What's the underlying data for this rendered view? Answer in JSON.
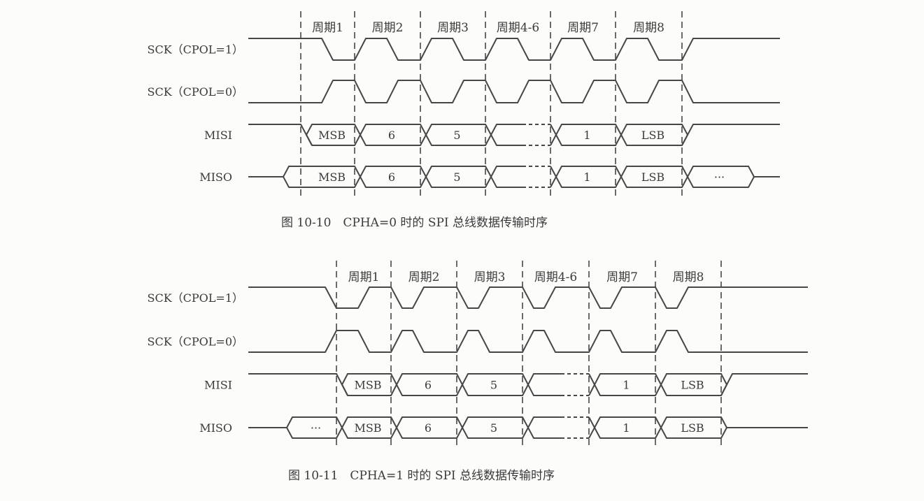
{
  "figures": [
    {
      "caption": "图 10-10　CPHA=0 时的 SPI 总线数据传输时序",
      "signals": [
        "SCK（CPOL=1）",
        "SCK（CPOL=0）",
        "MISI",
        "MISO"
      ],
      "periods": [
        "周期1",
        "周期2",
        "周期3",
        "周期4-6",
        "周期7",
        "周期8"
      ],
      "misi_bits": [
        "MSB",
        "6",
        "5",
        "",
        "1",
        "LSB"
      ],
      "miso_bits": [
        "MSB",
        "6",
        "5",
        "",
        "1",
        "LSB",
        "···"
      ]
    },
    {
      "caption": "图 10-11　CPHA=1 时的 SPI 总线数据传输时序",
      "signals": [
        "SCK（CPOL=1）",
        "SCK（CPOL=0）",
        "MISI",
        "MISO"
      ],
      "periods": [
        "周期1",
        "周期2",
        "周期3",
        "周期4-6",
        "周期7",
        "周期8"
      ],
      "misi_bits": [
        "MSB",
        "6",
        "5",
        "",
        "1",
        "LSB"
      ],
      "miso_bits": [
        "···",
        "MSB",
        "6",
        "5",
        "",
        "1",
        "LSB"
      ]
    }
  ]
}
